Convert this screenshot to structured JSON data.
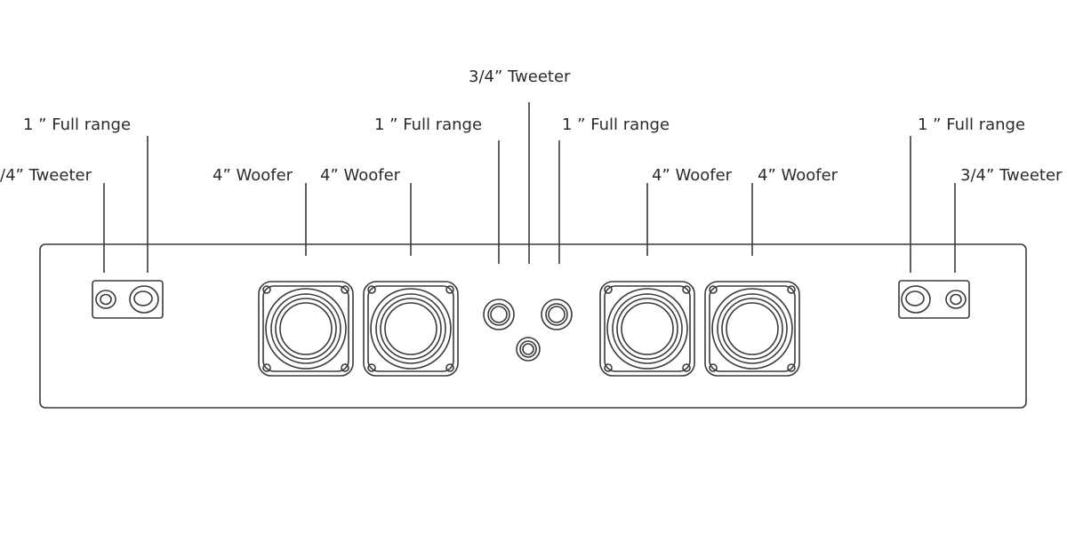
{
  "labels": {
    "left_full_range": "1 ” Full range",
    "left_tweeter": "/4” Tweeter",
    "woofer_1": "4” Woofer",
    "woofer_2": "4” Woofer",
    "center_full_range_left": "1 ” Full range",
    "center_tweeter": "3/4” Tweeter",
    "center_full_range_right": "1 ” Full range",
    "woofer_3": "4” Woofer",
    "woofer_4": "4” Woofer",
    "right_full_range": "1 ” Full range",
    "right_tweeter": "3/4” Tweeter"
  }
}
